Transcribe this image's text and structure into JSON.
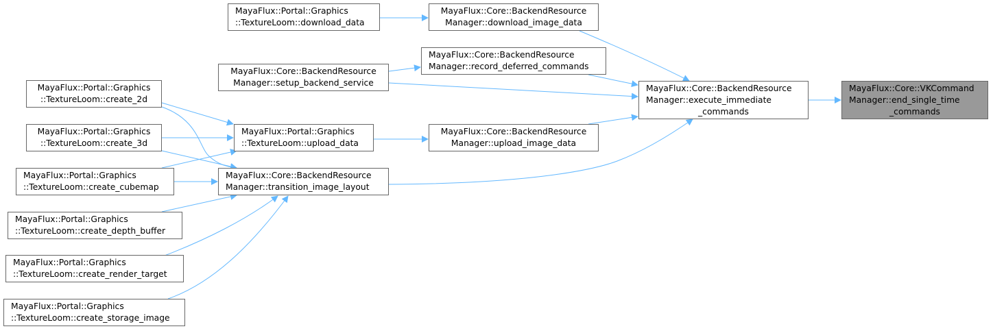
{
  "nodes": {
    "download_data": [
      "MayaFlux::Portal::Graphics",
      "::TextureLoom::download_data"
    ],
    "setup_backend_service": [
      "MayaFlux::Core::BackendResource",
      "Manager::setup_backend_service"
    ],
    "create_2d": [
      "MayaFlux::Portal::Graphics",
      "::TextureLoom::create_2d"
    ],
    "create_3d": [
      "MayaFlux::Portal::Graphics",
      "::TextureLoom::create_3d"
    ],
    "create_cubemap": [
      "MayaFlux::Portal::Graphics",
      "::TextureLoom::create_cubemap"
    ],
    "create_depth_buffer": [
      "MayaFlux::Portal::Graphics",
      "::TextureLoom::create_depth_buffer"
    ],
    "create_render_target": [
      "MayaFlux::Portal::Graphics",
      "::TextureLoom::create_render_target"
    ],
    "create_storage_image": [
      "MayaFlux::Portal::Graphics",
      "::TextureLoom::create_storage_image"
    ],
    "upload_data": [
      "MayaFlux::Portal::Graphics",
      "::TextureLoom::upload_data"
    ],
    "transition_image_layout": [
      "MayaFlux::Core::BackendResource",
      "Manager::transition_image_layout"
    ],
    "download_image_data": [
      "MayaFlux::Core::BackendResource",
      "Manager::download_image_data"
    ],
    "record_deferred_commands": [
      "MayaFlux::Core::BackendResource",
      "Manager::record_deferred_commands"
    ],
    "upload_image_data": [
      "MayaFlux::Core::BackendResource",
      "Manager::upload_image_data"
    ],
    "execute_immediate_commands": [
      "MayaFlux::Core::BackendResource",
      "Manager::execute_immediate",
      "_commands"
    ],
    "end_single_time_commands": [
      "MayaFlux::Core::VKCommand",
      "Manager::end_single_time",
      "_commands"
    ]
  },
  "edges": [
    [
      "download_data",
      "download_image_data"
    ],
    [
      "download_image_data",
      "execute_immediate_commands"
    ],
    [
      "record_deferred_commands",
      "execute_immediate_commands"
    ],
    [
      "setup_backend_service",
      "record_deferred_commands"
    ],
    [
      "setup_backend_service",
      "execute_immediate_commands"
    ],
    [
      "upload_image_data",
      "execute_immediate_commands"
    ],
    [
      "transition_image_layout",
      "execute_immediate_commands"
    ],
    [
      "upload_data",
      "upload_image_data"
    ],
    [
      "create_2d",
      "upload_data"
    ],
    [
      "create_2d",
      "transition_image_layout"
    ],
    [
      "create_3d",
      "upload_data"
    ],
    [
      "create_3d",
      "transition_image_layout"
    ],
    [
      "create_cubemap",
      "upload_data"
    ],
    [
      "create_cubemap",
      "transition_image_layout"
    ],
    [
      "create_depth_buffer",
      "transition_image_layout"
    ],
    [
      "create_render_target",
      "transition_image_layout"
    ],
    [
      "create_storage_image",
      "transition_image_layout"
    ],
    [
      "execute_immediate_commands",
      "end_single_time_commands"
    ]
  ],
  "colors": {
    "edge": "#63b8ff",
    "highlight_node": "#999999",
    "border": "#666666"
  }
}
